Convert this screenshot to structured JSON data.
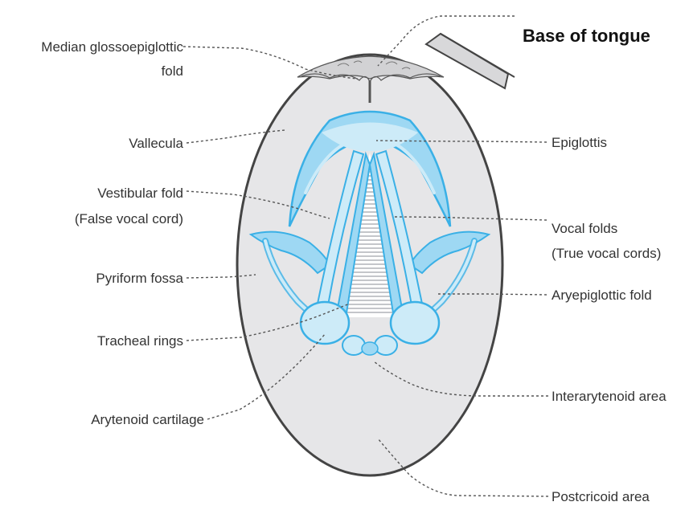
{
  "labels": {
    "base_of_tongue": "Base of tongue",
    "median_glossoepiglottic_fold_line1": "Median glossoepiglottic",
    "median_glossoepiglottic_fold_line2": "fold",
    "vallecula": "Vallecula",
    "vestibular_fold_line1": "Vestibular fold",
    "vestibular_fold_line2": "(False vocal cord)",
    "pyriform_fossa": "Pyriform fossa",
    "tracheal_rings": "Tracheal rings",
    "arytenoid_cartilage": "Arytenoid cartilage",
    "epiglottis": "Epiglottis",
    "vocal_folds_line1": "Vocal folds",
    "vocal_folds_line2": "(True vocal cords)",
    "aryepiglottic_fold": "Aryepiglottic fold",
    "interarytenoid_area": "Interarytenoid area",
    "postcricoid_area": "Postcricoid area"
  },
  "colors": {
    "oval_fill": "#e6e6e8",
    "oval_stroke": "#444444",
    "cartilage_fill": "#9ed8f3",
    "cartilage_light": "#cdebf8",
    "cartilage_stroke": "#3ab0e6",
    "trachea_line": "#b0b4b8"
  }
}
